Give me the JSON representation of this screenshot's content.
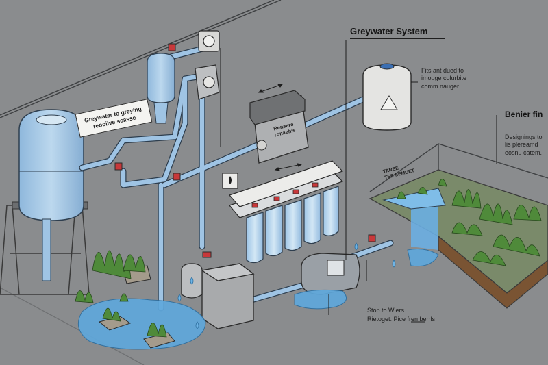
{
  "labels": {
    "title": "Greywater System",
    "top_right_note": "Fits ant dued to\nimouge colurbite\ncomm nauger.",
    "side_title": "Benier fin",
    "side_note": "Designings to\nlis plereamd\neosnu catem.",
    "left_sign": "Greywater to greying\nreooilve scasse",
    "filter_box_label": "Renaere\nronaehie",
    "bed_sign": "TAREE\nTEE SEMUET",
    "bottom_line_1": "Stop to Wiers",
    "bottom_line_2": "Rietoget: Pice fren berrls"
  },
  "icons": {
    "wall_meter": "gauge-icon",
    "panel_drop": "water-drop-icon",
    "tank_warning": "warning-triangle-icon",
    "flow_arrows": "double-arrow-icon"
  },
  "colors": {
    "background": "#8a8c8e",
    "pipe_blue": "#9fc4e4",
    "pipe_outline": "#2e3e4e",
    "water": "#5fa8dc",
    "valve_red": "#c8383a",
    "plant_green": "#4f8a3a",
    "soil": "#7a5433",
    "tank_blue": "#a9cbe8"
  }
}
